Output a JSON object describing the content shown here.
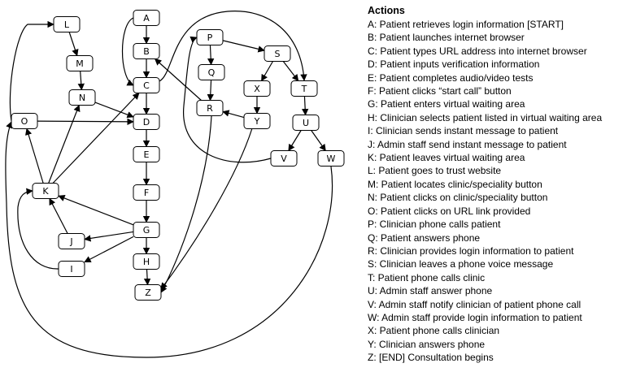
{
  "legend": {
    "title": "Actions",
    "items": [
      "A: Patient retrieves login information [START]",
      "B: Patient launches internet browser",
      "C: Patient types URL address into internet browser",
      "D: Patient inputs verification information",
      "E: Patient completes audio/video tests",
      "F: Patient clicks “start call” button",
      "G: Patient enters virtual waiting area",
      "H: Clinician selects patient listed in virtual waiting area",
      "I: Clinician sends instant message to patient",
      "J: Admin staff send instant message to patient",
      "K: Patient leaves virtual waiting area",
      "L: Patient goes to trust website",
      "M: Patient locates clinic/speciality button",
      "N: Patient clicks on clinic/speciality button",
      "O: Patient clicks on URL link provided",
      "P: Clinician phone calls patient",
      "Q: Patient answers phone",
      "R: Clinician provides login information to patient",
      "S: Clinician leaves a phone voice message",
      "T: Patient phone calls clinic",
      "U: Admin staff answer phone",
      "V: Admin staff notify clinician of patient phone call",
      "W: Admin staff provide login information to patient",
      "X: Patient phone calls clinician",
      "Y: Clinician answers phone",
      "Z: [END] Consultation begins"
    ]
  },
  "nodes": {
    "A": "A",
    "B": "B",
    "C": "C",
    "D": "D",
    "E": "E",
    "F": "F",
    "G": "G",
    "H": "H",
    "I": "I",
    "J": "J",
    "K": "K",
    "L": "L",
    "M": "M",
    "N": "N",
    "O": "O",
    "P": "P",
    "Q": "Q",
    "R": "R",
    "S": "S",
    "T": "T",
    "U": "U",
    "V": "V",
    "W": "W",
    "X": "X",
    "Y": "Y",
    "Z": "Z"
  },
  "edges": [
    [
      "A",
      "B"
    ],
    [
      "B",
      "C"
    ],
    [
      "C",
      "D"
    ],
    [
      "D",
      "E"
    ],
    [
      "E",
      "F"
    ],
    [
      "F",
      "G"
    ],
    [
      "G",
      "H"
    ],
    [
      "H",
      "Z"
    ],
    [
      "A",
      "C"
    ],
    [
      "C",
      "T"
    ],
    [
      "L",
      "M"
    ],
    [
      "M",
      "N"
    ],
    [
      "N",
      "D"
    ],
    [
      "O",
      "D"
    ],
    [
      "K",
      "O"
    ],
    [
      "K",
      "N"
    ],
    [
      "K",
      "C"
    ],
    [
      "G",
      "K"
    ],
    [
      "G",
      "J"
    ],
    [
      "G",
      "I"
    ],
    [
      "J",
      "K"
    ],
    [
      "I",
      "K"
    ],
    [
      "O",
      "L"
    ],
    [
      "W",
      "O"
    ],
    [
      "R",
      "B"
    ],
    [
      "P",
      "Q"
    ],
    [
      "Q",
      "R"
    ],
    [
      "P",
      "S"
    ],
    [
      "S",
      "X"
    ],
    [
      "S",
      "T"
    ],
    [
      "X",
      "Y"
    ],
    [
      "Y",
      "R"
    ],
    [
      "Y",
      "Z"
    ],
    [
      "R",
      "Z"
    ],
    [
      "T",
      "U"
    ],
    [
      "U",
      "V"
    ],
    [
      "U",
      "W"
    ],
    [
      "V",
      "P"
    ]
  ]
}
